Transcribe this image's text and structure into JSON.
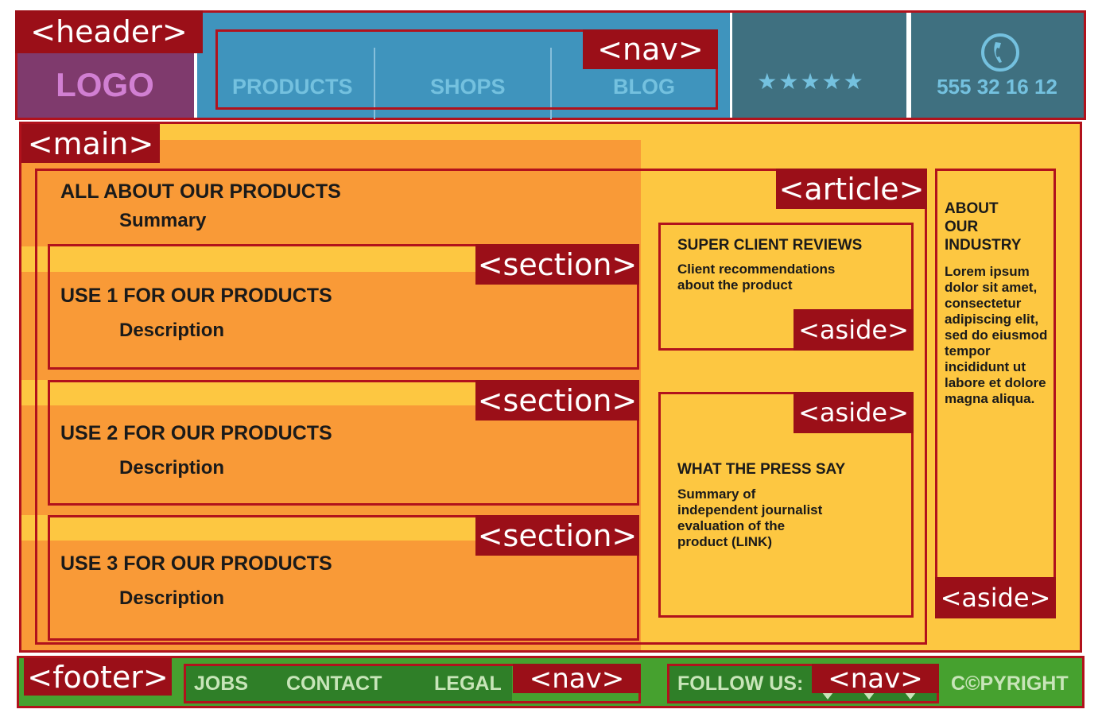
{
  "colors": {
    "tag_bg": "#9b0f18",
    "header_blue": "#3f94bd",
    "header_teal": "#3f7080",
    "logo_purple": "#7f3a6d",
    "main_yellow": "#fdc741",
    "section_orange": "#f99a37",
    "footer_green": "#46a12f"
  },
  "tags": {
    "header": "<header>",
    "nav_header": "<nav>",
    "main": "<main>",
    "article": "<article>",
    "section": "<section>",
    "aside": "<aside>",
    "footer": "<footer>",
    "nav_footer": "<nav>"
  },
  "header": {
    "logo": "LOGO",
    "nav_items": [
      "PRODUCTS",
      "SHOPS",
      "BLOG"
    ],
    "rating": "★★★★★",
    "phone_icon": "phone-icon",
    "phone": "555 32 16 12"
  },
  "article": {
    "title": "ALL ABOUT OUR PRODUCTS",
    "summary": "Summary",
    "sections": [
      {
        "title": "USE 1 FOR OUR PRODUCTS",
        "desc": "Description"
      },
      {
        "title": "USE 2 FOR OUR PRODUCTS",
        "desc": "Description"
      },
      {
        "title": "USE 3 FOR OUR PRODUCTS",
        "desc": "Description"
      }
    ],
    "aside_reviews": {
      "title": "SUPER CLIENT REVIEWS",
      "text": "Client recommendations about the product"
    },
    "aside_press": {
      "title": "WHAT THE PRESS SAY",
      "text": "Summary of independent journalist evaluation of the product (LINK)"
    }
  },
  "aside_industry": {
    "title": "ABOUT OUR INDUSTRY",
    "text": "Lorem ipsum dolor sit amet, consectetur adipiscing elit, sed do eiusmod tempor incididunt ut labore et dolore magna aliqua."
  },
  "footer": {
    "nav_items": [
      "JOBS",
      "CONTACT",
      "LEGAL"
    ],
    "follow": "FOLLOW US:",
    "copyright": "C©PYRIGHT"
  }
}
